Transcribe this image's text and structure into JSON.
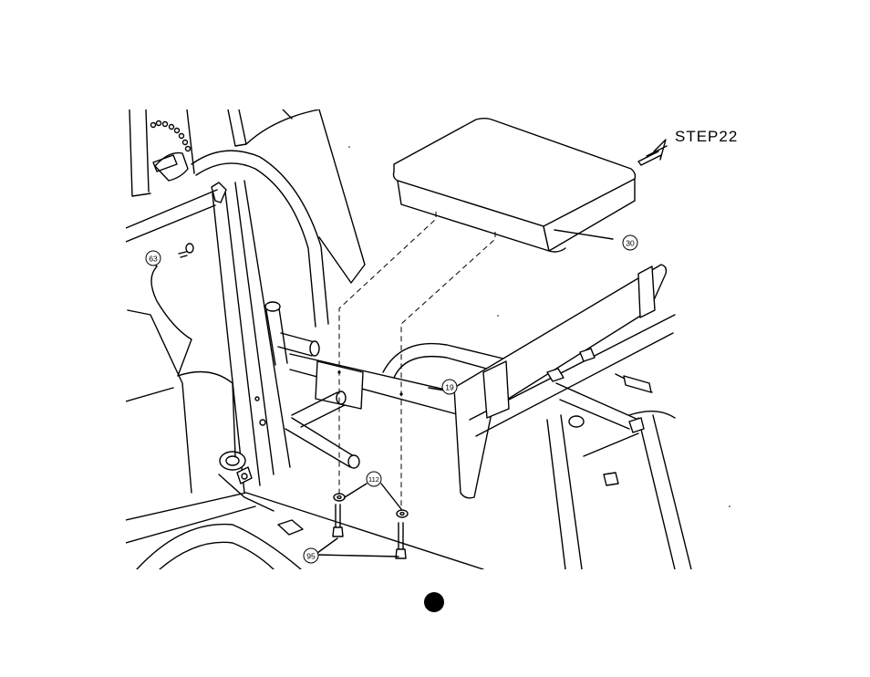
{
  "step": {
    "label": "STEP22"
  },
  "parts": [
    {
      "id": "part-63",
      "label": "63"
    },
    {
      "id": "part-30",
      "label": "30"
    },
    {
      "id": "part-19",
      "label": "19"
    },
    {
      "id": "part-112",
      "label": "112"
    },
    {
      "id": "part-95",
      "label": "95"
    }
  ],
  "colors": {
    "line": "#000000",
    "background": "#ffffff"
  }
}
